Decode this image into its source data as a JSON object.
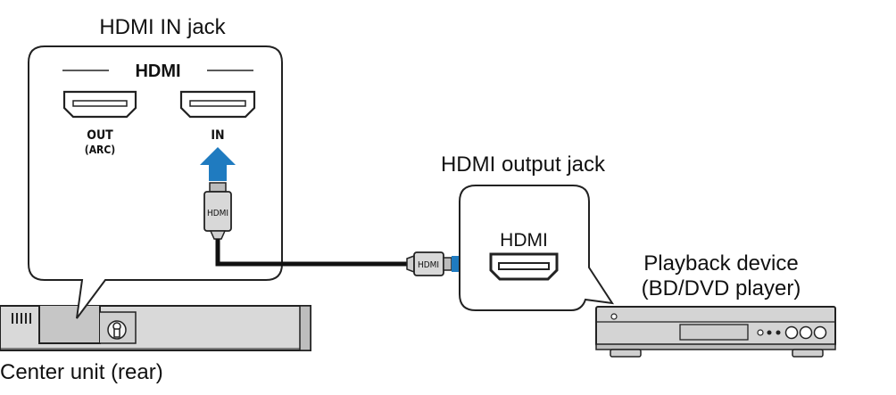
{
  "labels": {
    "hdmi_in_jack": "HDMI IN jack",
    "hdmi_output_jack": "HDMI output jack",
    "playback_device_line1": "Playback device",
    "playback_device_line2": "(BD/DVD player)",
    "center_unit": "Center unit (rear)"
  },
  "panel": {
    "logo_text": "HDMI",
    "out_label": "OUT",
    "arc_label": "(ARC)",
    "in_label": "IN"
  },
  "player_panel": {
    "hdmi_label": "HDMI"
  },
  "cable": {
    "plug_label_vertical": "HDMI",
    "plug_label_horizontal": "HDMI"
  },
  "colors": {
    "arrow_blue": "#1f7bc0",
    "line_black": "#111111",
    "device_gray": "#d4d4d4"
  }
}
